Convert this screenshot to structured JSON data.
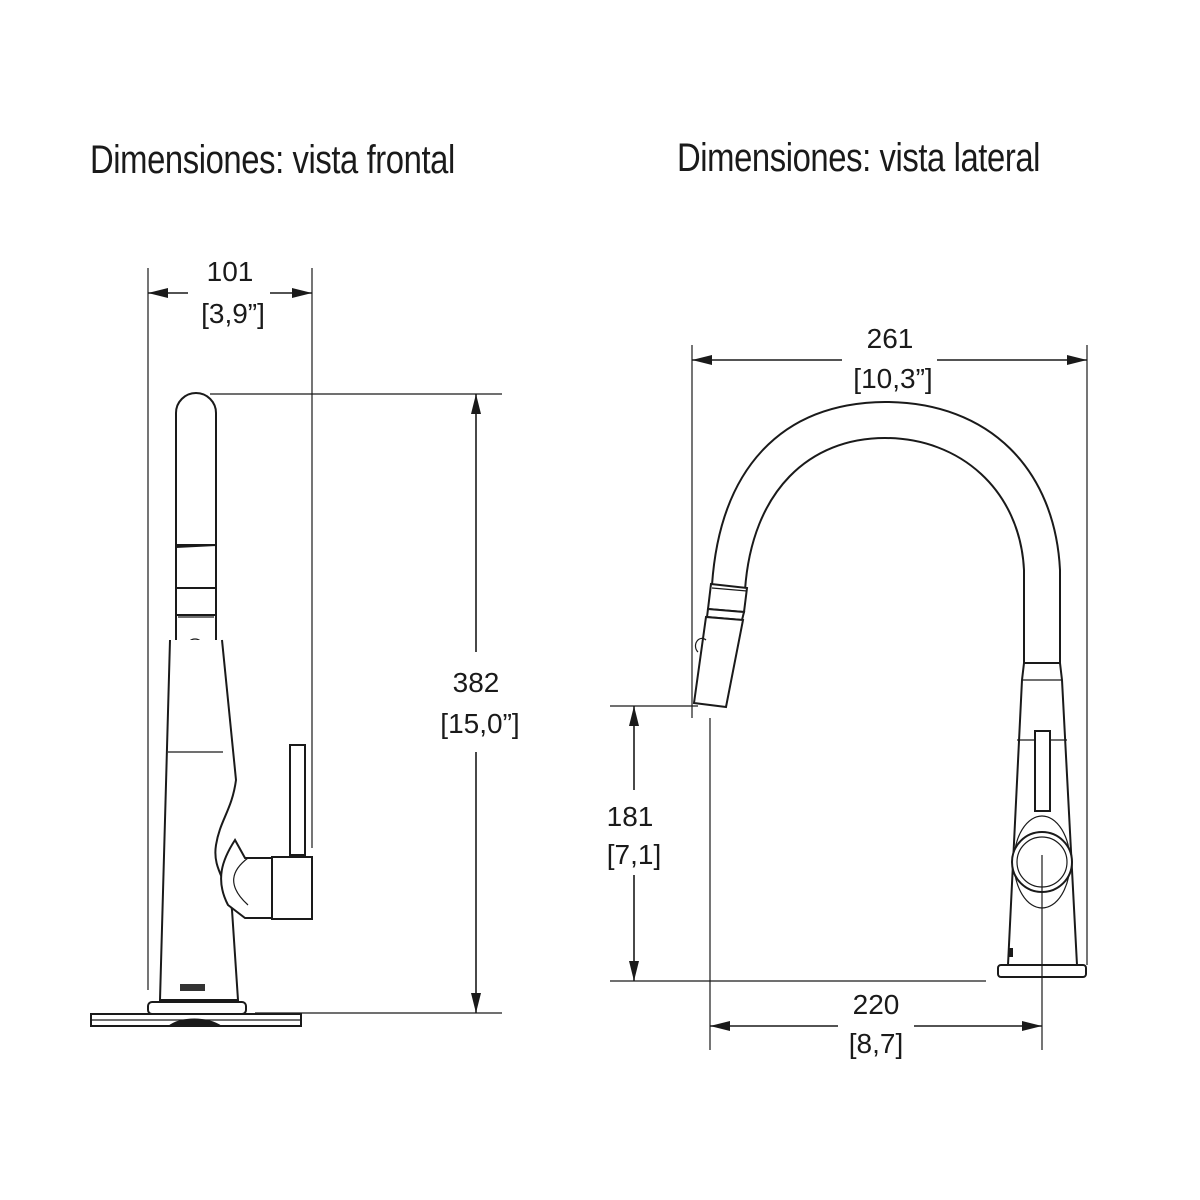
{
  "titles": {
    "front": "Dimensiones: vista frontal",
    "side": "Dimensiones: vista lateral"
  },
  "front_view": {
    "width_mm": "101",
    "width_in": "[3,9”]",
    "height_mm": "382",
    "height_in": "[15,0”]"
  },
  "side_view": {
    "reach_mm": "261",
    "reach_in": "[10,3”]",
    "spout_height_mm": "181",
    "spout_height_in": "[7,1]",
    "spout_reach_mm": "220",
    "spout_reach_in": "[8,7]"
  },
  "colors": {
    "line": "#1a1a1a",
    "background": "#ffffff"
  }
}
